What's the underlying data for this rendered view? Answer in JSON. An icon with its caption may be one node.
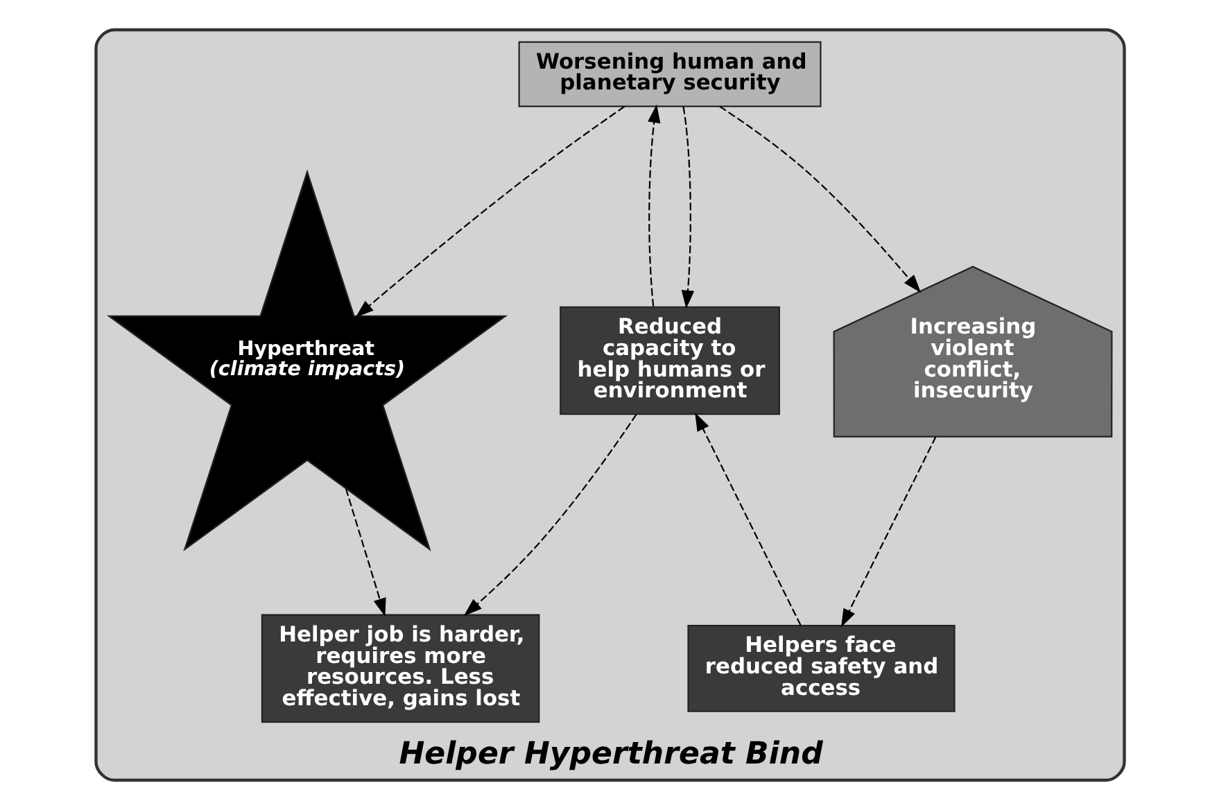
{
  "diagram": {
    "nodes": [
      {
        "text": [
          "Helper Hyperthreat Bind"
        ]
      },
      {
        "text": [
          "Helpers face reduced safety and access"
        ],
        "in": 0
      },
      {
        "text": [
          "Helper job is harder, requires more resources. Less effective, gains lost"
        ],
        "in": 0
      },
      {
        "text": [
          "Increasing violent conflict, insecurity"
        ],
        "in": 0
      },
      {
        "text": [
          "Reduced capacity to help humans or environment"
        ],
        "in": 0
      },
      {
        "text": [
          "Hyperthreat",
          "(climate impacts)"
        ],
        "in": 0
      },
      {
        "text": [
          "Worsening human and planetary security"
        ],
        "in": 0
      }
    ],
    "edges": [
      {
        "from": 6,
        "to": 3,
        "arrow": "to",
        "style": "dashed"
      },
      {
        "from": 3,
        "to": 1,
        "arrow": "to",
        "style": "dashed"
      },
      {
        "from": 1,
        "to": 4,
        "arrow": "to",
        "style": "dashed"
      },
      {
        "from": 4,
        "to": 2,
        "arrow": "to",
        "style": "dashed"
      },
      {
        "from": 5,
        "to": 2,
        "arrow": "to",
        "style": "dashed"
      },
      {
        "from": 4,
        "to": 6,
        "arrow": "to",
        "style": "dashed"
      },
      {
        "from": 6,
        "to": 4,
        "arrow": "to",
        "style": "dashed"
      },
      {
        "from": 6,
        "to": 5,
        "arrow": "to",
        "style": "dashed"
      }
    ]
  }
}
